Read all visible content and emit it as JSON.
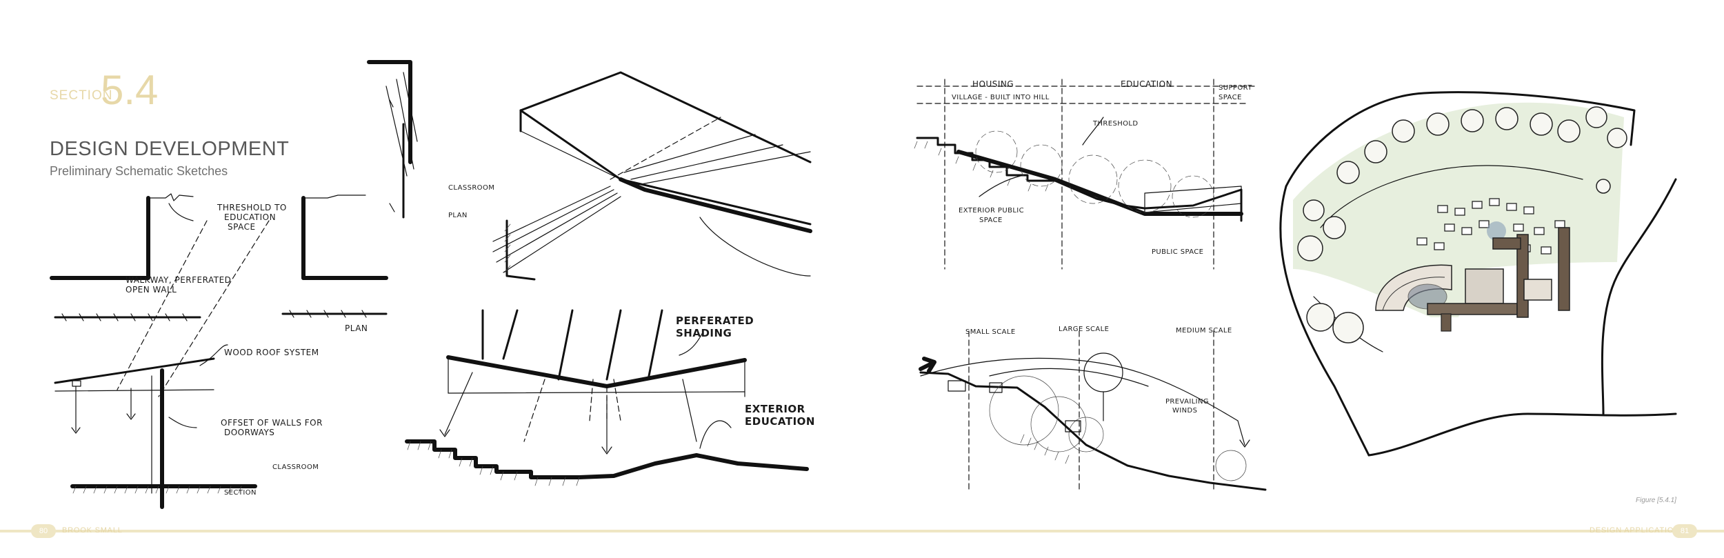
{
  "header": {
    "section_label": "SECTION",
    "section_number": "5.4",
    "title": "DESIGN DEVELOPMENT",
    "subtitle": "Preliminary Schematic Sketches"
  },
  "sketch_labels": {
    "threshold_education": "THRESHOLD TO\nEDUCATION\nSPACE",
    "walkway": "WALKWAY, PERFERATED\nOPEN          WALL",
    "plan_1": "PLAN",
    "wood_roof": "WOOD ROOF SYSTEM",
    "offset_walls": "OFFSET OF WALLS FOR\nDOORWAYS",
    "classroom_1": "CLASSROOM",
    "section_1": "SECTION",
    "classroom_2": "CLASSROOM",
    "plan_2": "PLAN",
    "perforated_shading": "PERFERATED\nSHADING",
    "exterior_education": "EXTERIOR\nEDUCATION",
    "housing": "HOUSING",
    "village": "VILLAGE - BUILT INTO HILL",
    "education": "EDUCATION",
    "support": "SUPPORT\nSPACE",
    "threshold": "THRESHOLD",
    "exterior_public": "EXTERIOR PUBLIC\nSPACE",
    "public_space": "PUBLIC SPACE",
    "small_scale": "SMALL SCALE",
    "large_scale": "LARGE SCALE",
    "medium_scale": "MEDIUM SCALE",
    "prevailing_winds": "PREVAILING\nWINDS"
  },
  "footer": {
    "left_page": "80",
    "left_text": "BROOK SMALL",
    "right_text": "DESIGN APPLICATION",
    "right_page": "81",
    "figure_caption": "Figure [5.4.1]"
  },
  "colors": {
    "accent": "#e7d8a8",
    "title": "#575757",
    "ink": "#111111",
    "wash_green": "#cfe0c0",
    "wash_brown": "#6b5a4a"
  }
}
